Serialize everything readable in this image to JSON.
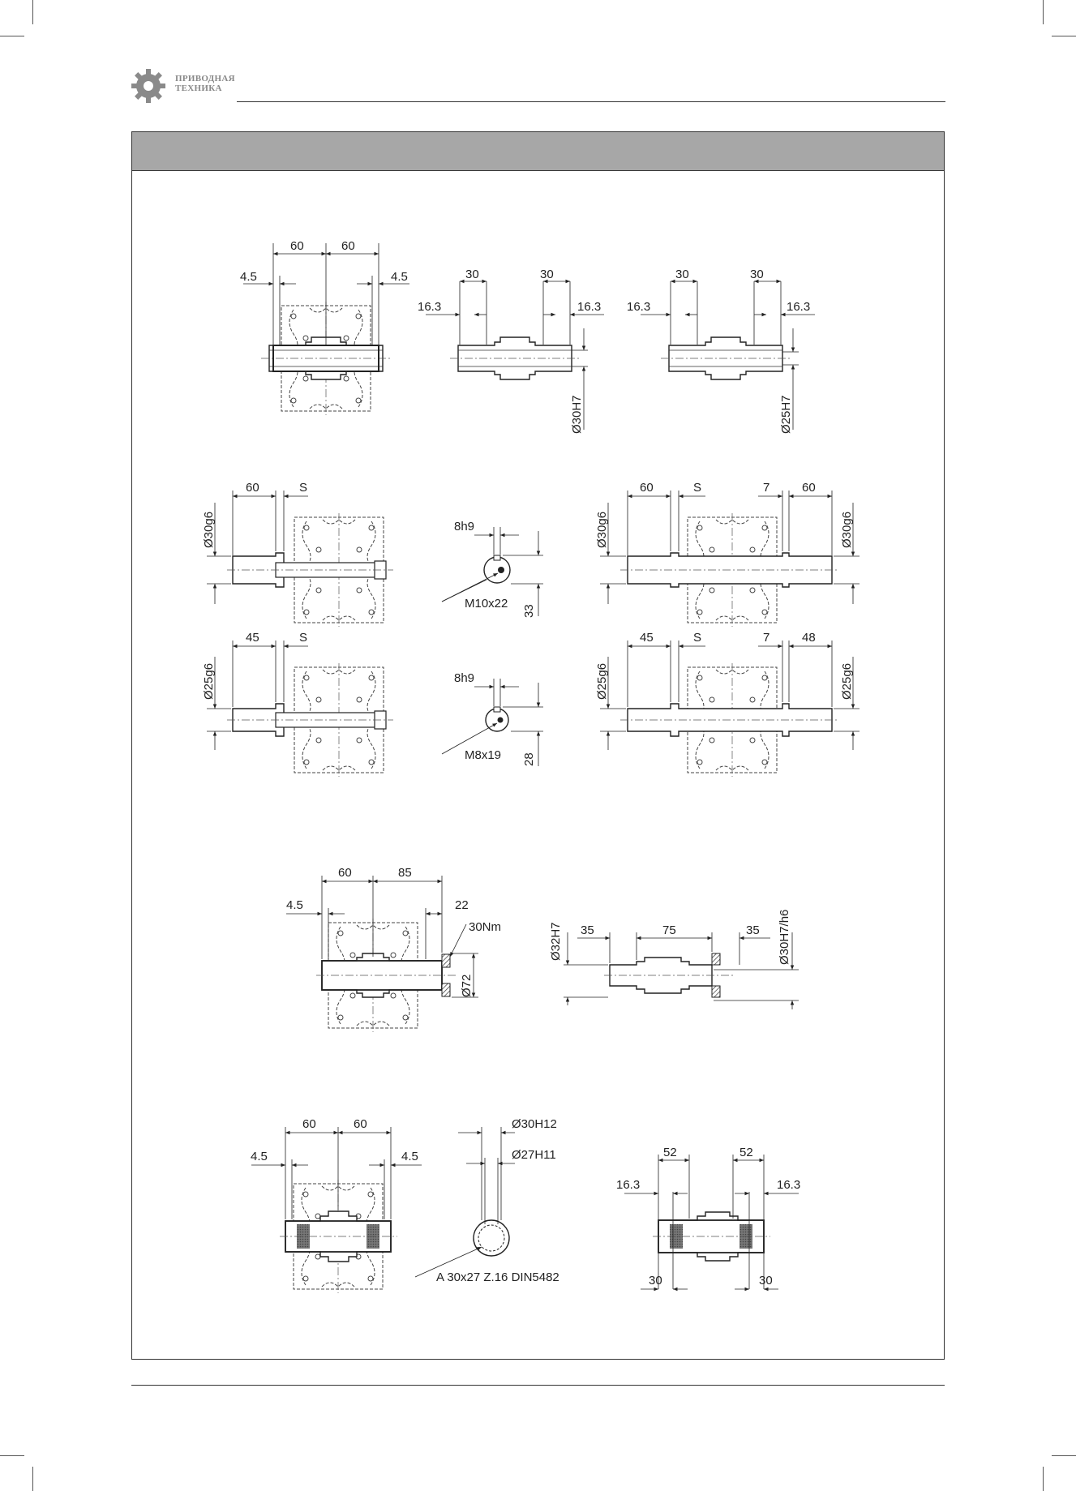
{
  "brand": {
    "line1": "ПРИВОДНАЯ",
    "line2": "ТЕХНИКА",
    "logo": "gear-logo"
  },
  "drawings": {
    "hollow_shaft_keyed": {
      "dims": [
        "60",
        "60",
        "4.5",
        "4.5"
      ],
      "shaft_30": [
        "30",
        "30",
        "16.3",
        "16.3",
        "Ø30H7"
      ],
      "shaft_25": [
        "30",
        "30",
        "16.3",
        "16.3",
        "Ø25H7"
      ]
    },
    "solid_shaft_30": {
      "single": [
        "60",
        "S",
        "Ø30g6"
      ],
      "double": [
        "60",
        "S",
        "7",
        "60",
        "Ø30g6",
        "Ø30g6"
      ],
      "key": [
        "8h9",
        "M10x22",
        "33"
      ]
    },
    "solid_shaft_25": {
      "single": [
        "45",
        "S",
        "Ø25g6"
      ],
      "double": [
        "45",
        "S",
        "7",
        "48",
        "Ø25g6",
        "Ø25g6"
      ],
      "key": [
        "8h9",
        "M8x19",
        "28"
      ]
    },
    "shrink_disc": {
      "unit": [
        "60",
        "85",
        "4.5",
        "22",
        "30Nm",
        "Ø72"
      ],
      "shaft": [
        "Ø32H7",
        "35",
        "75",
        "35",
        "Ø30H7/h6"
      ]
    },
    "splined": {
      "unit": [
        "60",
        "60",
        "4.5",
        "4.5"
      ],
      "spline": [
        "Ø30H12",
        "Ø27H11",
        "A 30x27 Z.16 DIN5482"
      ],
      "shaft": [
        "52",
        "52",
        "16.3",
        "16.3",
        "30",
        "30"
      ]
    }
  }
}
